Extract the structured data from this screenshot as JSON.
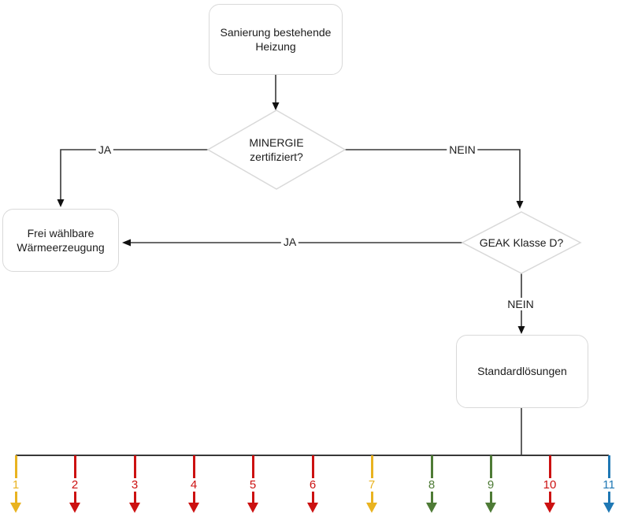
{
  "flowchart": {
    "nodes": {
      "start": {
        "label": "Sanierung bestehende Heizung"
      },
      "minergie": {
        "label": "MINERGIE zertifiziert?"
      },
      "free_choice": {
        "label": "Frei wählbare Wärmeerzeugung"
      },
      "geak": {
        "label": "GEAK Klasse D?"
      },
      "standard": {
        "label": "Standardlösungen"
      }
    },
    "edge_labels": {
      "minergie_yes": "JA",
      "minergie_no": "NEIN",
      "geak_yes": "JA",
      "geak_no": "NEIN"
    },
    "colors": {
      "connector": "#383838",
      "node_border": "#d9d9d9",
      "yellow": "#E9B320",
      "red": "#CC1111",
      "green": "#4E7B36",
      "blue": "#1F78B4"
    },
    "solutions": [
      {
        "label": "1",
        "color": "#E9B320"
      },
      {
        "label": "2",
        "color": "#CC1111"
      },
      {
        "label": "3",
        "color": "#CC1111"
      },
      {
        "label": "4",
        "color": "#CC1111"
      },
      {
        "label": "5",
        "color": "#CC1111"
      },
      {
        "label": "6",
        "color": "#CC1111"
      },
      {
        "label": "7",
        "color": "#E9B320"
      },
      {
        "label": "8",
        "color": "#4E7B36"
      },
      {
        "label": "9",
        "color": "#4E7B36"
      },
      {
        "label": "10",
        "color": "#CC1111"
      },
      {
        "label": "11",
        "color": "#1F78B4"
      }
    ]
  }
}
